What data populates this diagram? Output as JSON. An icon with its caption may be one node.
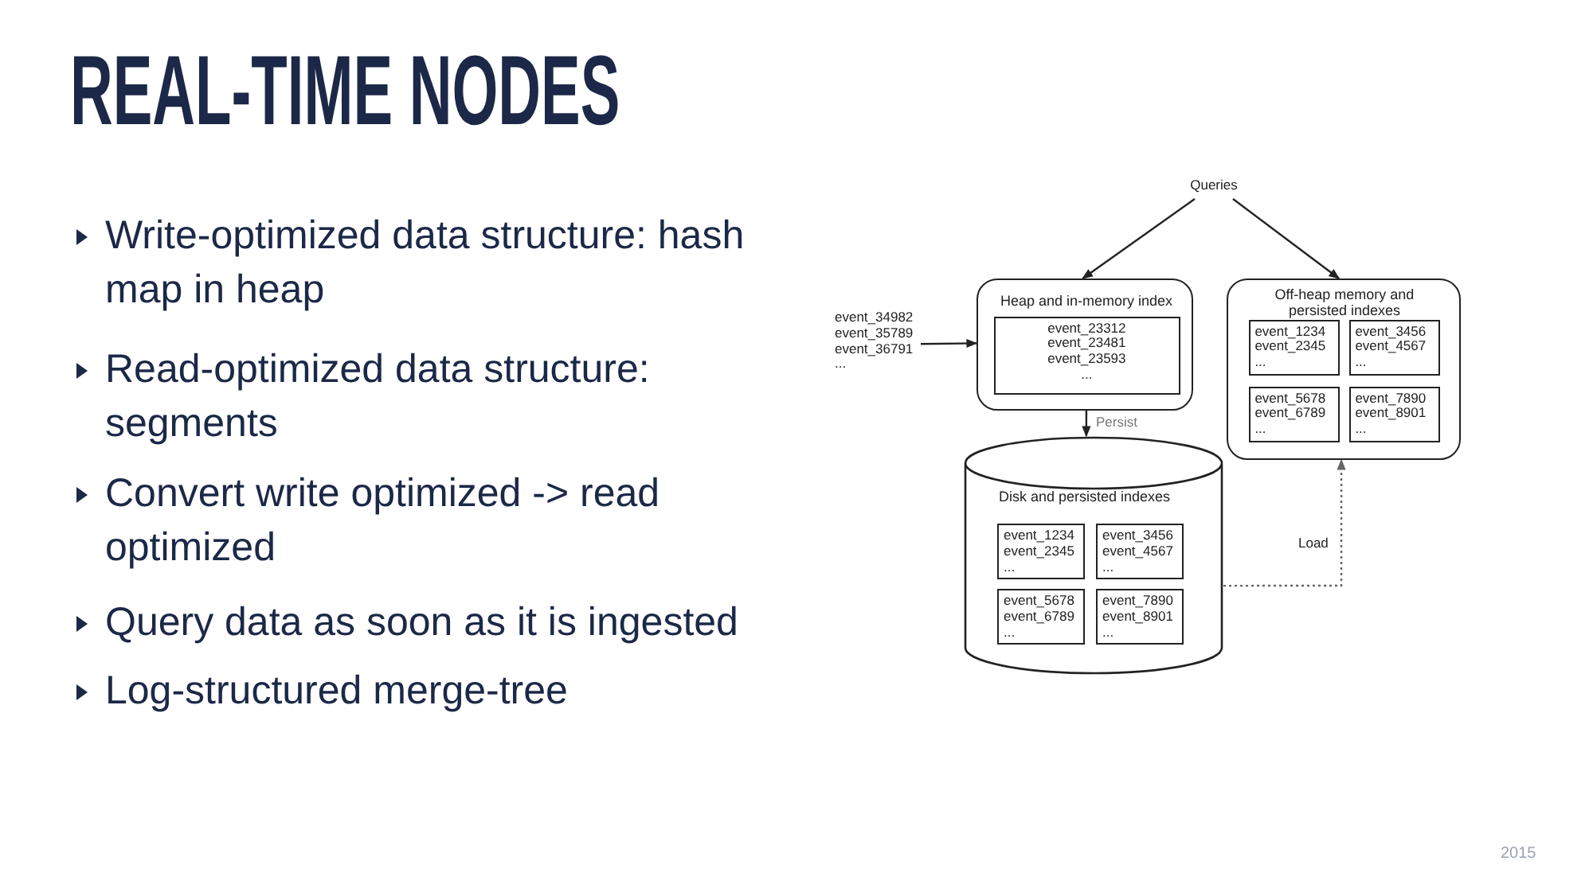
{
  "diagram": {
    "title": "REAL-TIME NODES",
    "nodes": [
      {
        "text": [
          "Queries"
        ]
      },
      {
        "text": [
          "Heap and in-memory index"
        ]
      },
      {
        "text": [
          "event_23312 event_23481 event_23593 ..."
        ],
        "in": 1
      },
      {
        "text": [
          "event_34982 event_35789 event_36791 ..."
        ]
      },
      {
        "text": [
          "Off-heap memory and persisted indexes"
        ]
      },
      {
        "text": [
          "event_1234 event_2345 ..."
        ],
        "in": 4
      },
      {
        "text": [
          "event_3456 event_4567 ..."
        ],
        "in": 4
      },
      {
        "text": [
          "event_5678 event_6789 ..."
        ],
        "in": 4
      },
      {
        "text": [
          "event_7890 event_8901 ..."
        ],
        "in": 4
      },
      {
        "text": [
          "Disk and persisted indexes"
        ]
      },
      {
        "text": [
          "event_1234 event_2345 ..."
        ],
        "in": 9
      },
      {
        "text": [
          "event_3456 event_4567 ..."
        ],
        "in": 9
      },
      {
        "text": [
          "event_5678 event_6789 ..."
        ],
        "in": 9
      },
      {
        "text": [
          "event_7890 event_8901 ..."
        ],
        "in": 9
      }
    ],
    "edges": [
      {
        "from": 0,
        "to": 1,
        "arrow": "to"
      },
      {
        "from": 0,
        "to": 4,
        "arrow": "to"
      },
      {
        "from": 3,
        "to": 1,
        "arrow": "to"
      },
      {
        "from": 1,
        "to": 9,
        "arrow": "to",
        "label": "Persist"
      },
      {
        "from": 9,
        "to": 4,
        "arrow": "to",
        "label": "Load",
        "style": "dashed"
      }
    ],
    "labels": [
      "Write-optimized data structure: hash map in heap",
      "Read-optimized data structure: segments",
      "Convert write optimized -> read optimized",
      "Query data as soon as it is ingested",
      "Log-structured merge-tree",
      "2015"
    ]
  }
}
